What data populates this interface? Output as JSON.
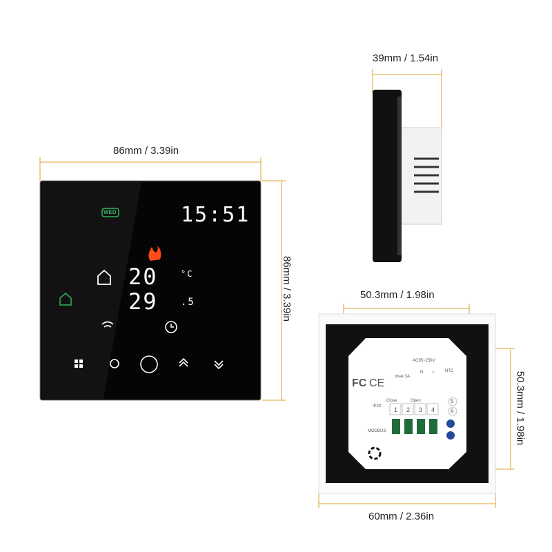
{
  "dimensions": {
    "side_depth": "39mm / 1.54in",
    "front_width": "86mm / 3.39in",
    "front_height": "86mm / 3.39in",
    "module_width": "50.3mm / 1.98in",
    "module_height": "50.3mm / 1.98in",
    "back_width": "60mm / 2.36in"
  },
  "display": {
    "day": "WED",
    "clock": "15:51",
    "temperature_main": "20",
    "temperature_unit": "°C",
    "temperature_set": "29",
    "temperature_decimal": ".5"
  },
  "back_labels": {
    "voltage": "AC95~250V",
    "imax": "Imax 3A",
    "n": "N",
    "l": "L",
    "ntc": "NTC",
    "close": "Close",
    "open": "Open",
    "ip": "IP20",
    "modbus": "MODBUS",
    "fc": "FC",
    "ce": "CE",
    "terminals": [
      "1",
      "2",
      "3",
      "4",
      "5",
      "6"
    ]
  },
  "colors": {
    "accent_dim": "#e0a030",
    "panel": "#050505",
    "green": "#2fb360",
    "flame": "#ff4a1a"
  }
}
